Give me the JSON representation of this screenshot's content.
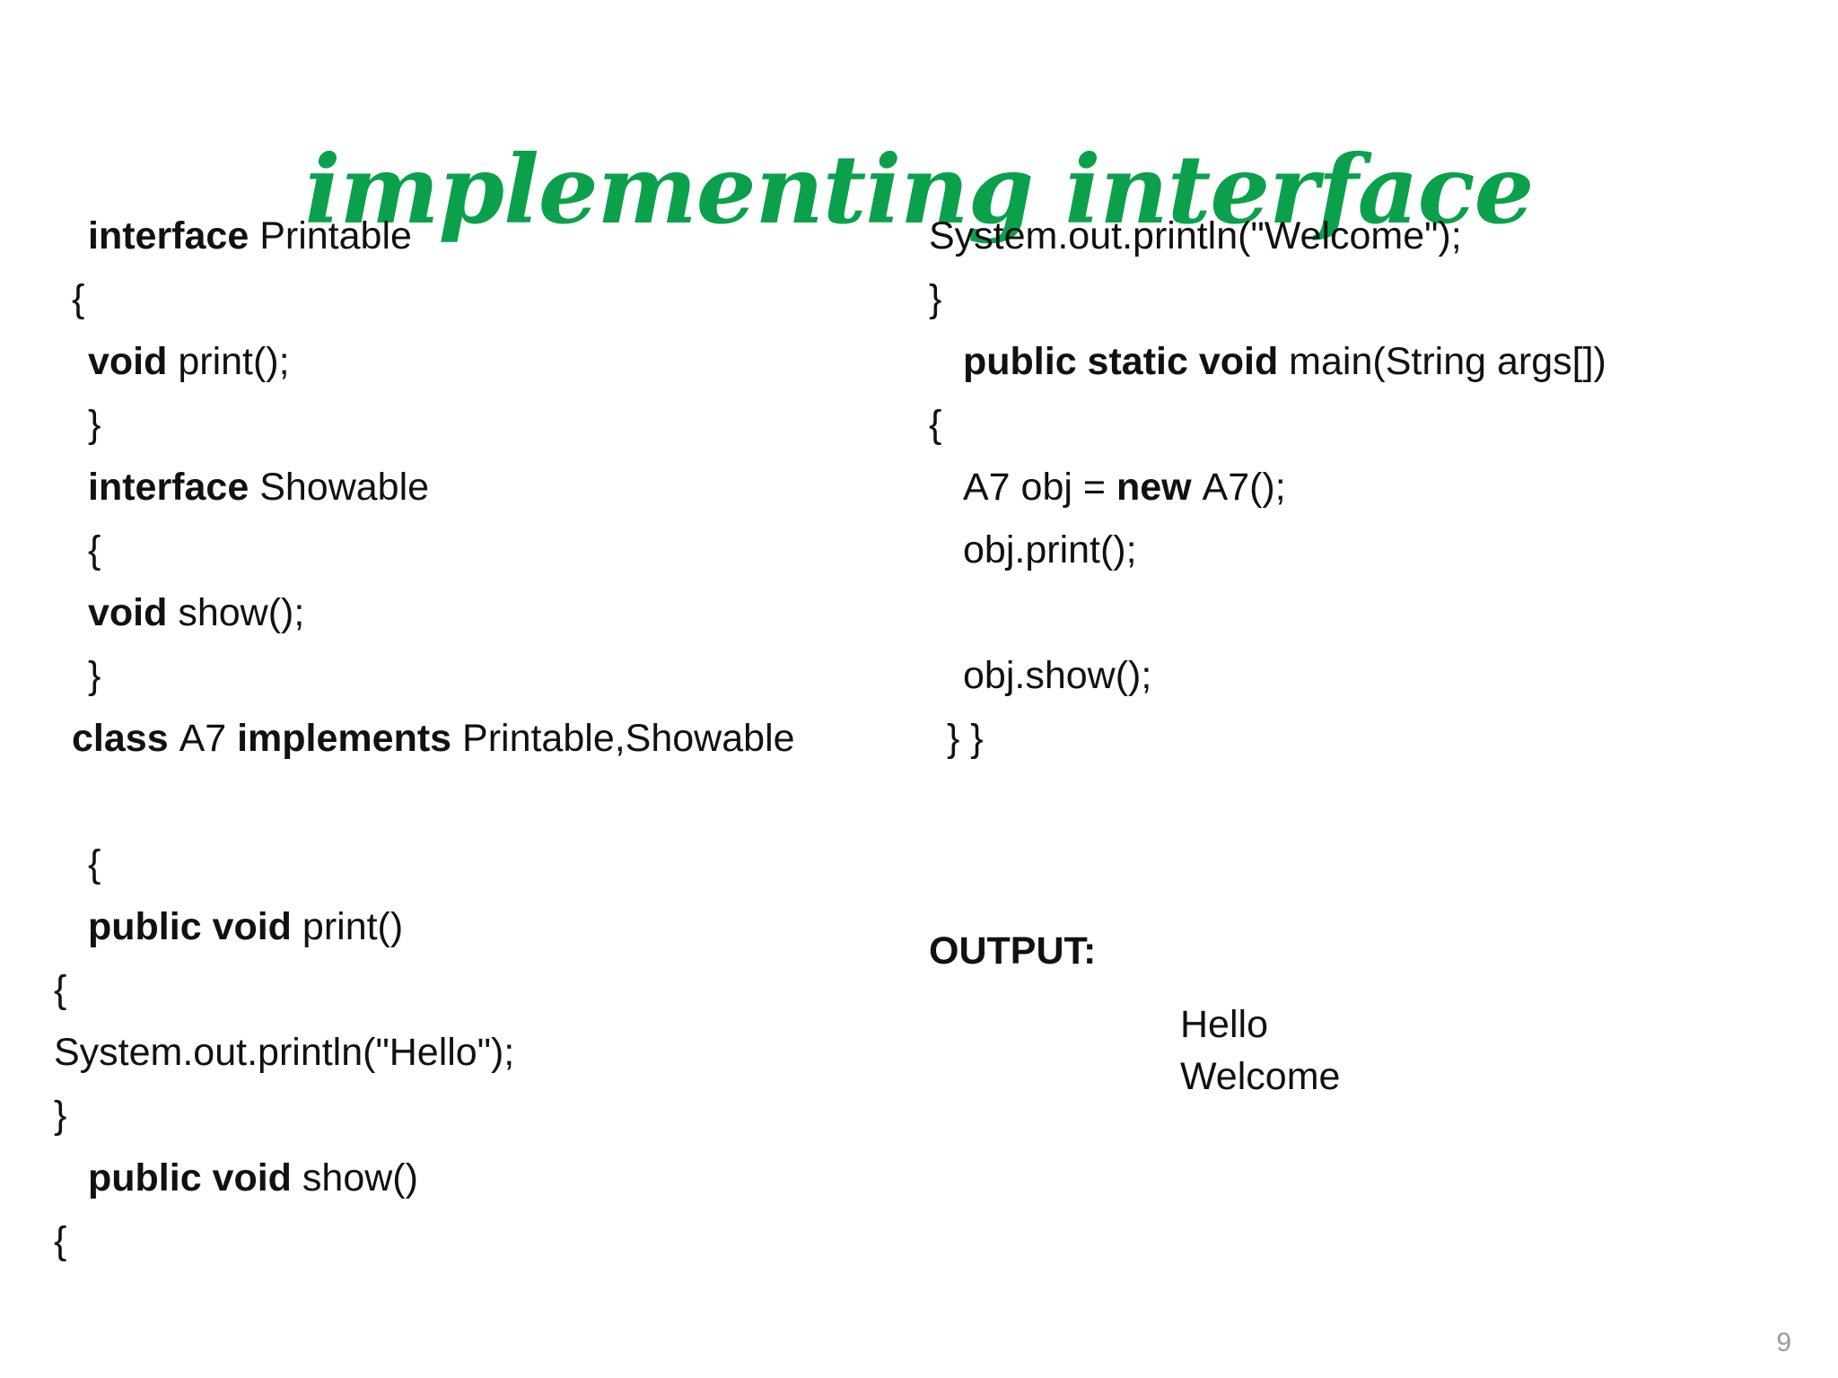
{
  "slide": {
    "title": "implementing interface",
    "title_color": "#0BA14C",
    "background_color": "#FFFFFF",
    "text_color": "#111111",
    "page_number": "9",
    "page_number_color": "#9A9A9A"
  },
  "left_column": {
    "lines": [
      {
        "indent": 2,
        "parts": [
          {
            "text": "interface ",
            "bold": true
          },
          {
            "text": "Printable",
            "bold": false
          }
        ]
      },
      {
        "indent": 1,
        "parts": [
          {
            "text": "{",
            "bold": false
          }
        ]
      },
      {
        "indent": 2,
        "parts": [
          {
            "text": "void ",
            "bold": true
          },
          {
            "text": "print();",
            "bold": false
          }
        ]
      },
      {
        "indent": 2,
        "parts": [
          {
            "text": "}",
            "bold": false
          }
        ]
      },
      {
        "indent": 2,
        "parts": [
          {
            "text": "interface ",
            "bold": true
          },
          {
            "text": "Showable",
            "bold": false
          }
        ]
      },
      {
        "indent": 2,
        "parts": [
          {
            "text": "{",
            "bold": false
          }
        ]
      },
      {
        "indent": 2,
        "parts": [
          {
            "text": "void ",
            "bold": true
          },
          {
            "text": "show();",
            "bold": false
          }
        ]
      },
      {
        "indent": 2,
        "parts": [
          {
            "text": "}",
            "bold": false
          }
        ]
      },
      {
        "indent": 1,
        "parts": [
          {
            "text": "class ",
            "bold": true
          },
          {
            "text": "A7 ",
            "bold": false
          },
          {
            "text": "implements ",
            "bold": true
          },
          {
            "text": "Printable,Showable",
            "bold": false
          }
        ]
      },
      {
        "indent": 0,
        "parts": [
          {
            "text": "",
            "bold": false
          }
        ]
      },
      {
        "indent": 2,
        "parts": [
          {
            "text": "{",
            "bold": false
          }
        ]
      },
      {
        "indent": 2,
        "parts": [
          {
            "text": "public void ",
            "bold": true
          },
          {
            "text": "print()",
            "bold": false
          }
        ]
      },
      {
        "indent": 0,
        "parts": [
          {
            "text": "{",
            "bold": false
          }
        ]
      },
      {
        "indent": 0,
        "parts": [
          {
            "text": "System.out.println(\"Hello\");",
            "bold": false
          }
        ]
      },
      {
        "indent": 0,
        "parts": [
          {
            "text": "}",
            "bold": false
          }
        ]
      },
      {
        "indent": 2,
        "parts": [
          {
            "text": "public void ",
            "bold": true
          },
          {
            "text": "show()",
            "bold": false
          }
        ]
      },
      {
        "indent": 0,
        "parts": [
          {
            "text": "{",
            "bold": false
          }
        ]
      }
    ]
  },
  "right_column": {
    "lines": [
      {
        "indent": 0,
        "parts": [
          {
            "text": "System.out.println(\"Welcome\");",
            "bold": false
          }
        ]
      },
      {
        "indent": 0,
        "parts": [
          {
            "text": "}",
            "bold": false
          }
        ]
      },
      {
        "indent": 2,
        "parts": [
          {
            "text": "public static void ",
            "bold": true
          },
          {
            "text": "main(String args[])",
            "bold": false
          }
        ]
      },
      {
        "indent": 0,
        "parts": [
          {
            "text": "{",
            "bold": false
          }
        ]
      },
      {
        "indent": 2,
        "parts": [
          {
            "text": "A7 obj = ",
            "bold": false
          },
          {
            "text": "new ",
            "bold": true
          },
          {
            "text": "A7();",
            "bold": false
          }
        ]
      },
      {
        "indent": 2,
        "parts": [
          {
            "text": "obj.print();",
            "bold": false
          }
        ]
      },
      {
        "indent": 0,
        "parts": [
          {
            "text": "",
            "bold": false
          }
        ]
      },
      {
        "indent": 2,
        "parts": [
          {
            "text": "obj.show();",
            "bold": false
          }
        ]
      },
      {
        "indent": 1,
        "parts": [
          {
            "text": "} }",
            "bold": false
          }
        ]
      }
    ]
  },
  "output": {
    "label": "OUTPUT:",
    "lines": [
      "Hello",
      "Welcome"
    ]
  }
}
